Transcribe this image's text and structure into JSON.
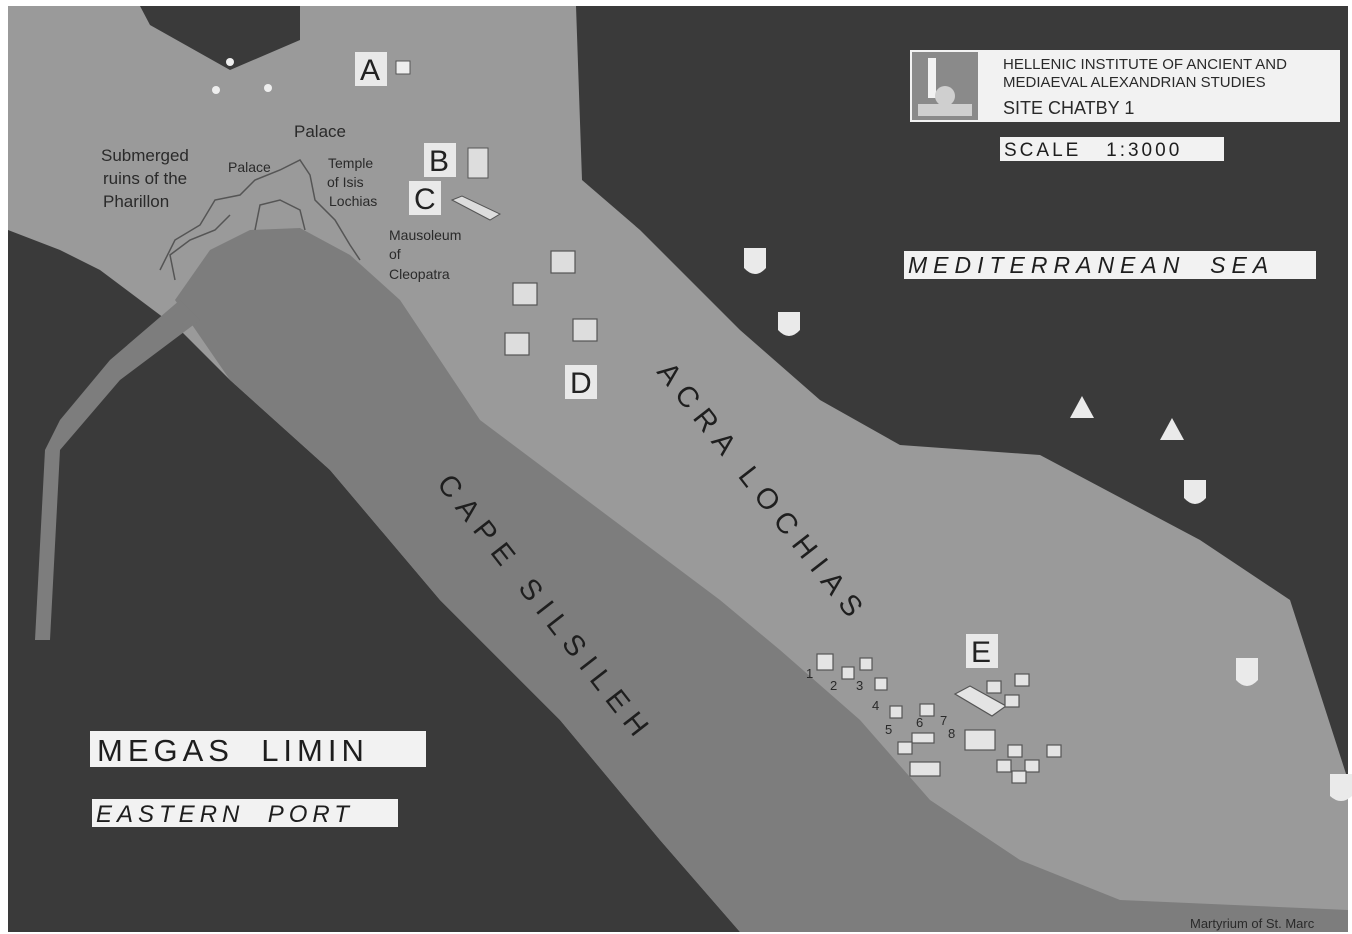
{
  "institute": {
    "line1": "HELLENIC INSTITUTE OF ANCIENT AND",
    "line2": "MEDIAEVAL ALEXANDRIAN STUDIES",
    "site": "SITE CHATBY 1"
  },
  "scale": "SCALE   1:3000",
  "sea_label": "MEDITERRANEAN  SEA",
  "port_label": "MEGAS  LIMIN",
  "port_sublabel": "EASTERN  PORT",
  "acra_label": "ACRA LOCHIAS",
  "cape_label": "CAPE SILSILEH",
  "markers": {
    "a": "A",
    "b": "B",
    "c": "C",
    "d": "D",
    "e": "E"
  },
  "places": {
    "palace_top": "Palace",
    "palace_small": "Palace",
    "submerged": [
      "Submerged",
      "ruins of the",
      "Pharillon"
    ],
    "temple": [
      "Temple",
      "of Isis",
      "Lochias"
    ],
    "mausoleum": [
      "Mausoleum",
      "of",
      "Cleopatra"
    ],
    "martyrium": "Martyrium of St. Marc"
  },
  "site_numbers": [
    "1",
    "2",
    "3",
    "4",
    "5",
    "6",
    "7",
    "8"
  ],
  "colors": {
    "sea": "#3a3a3a",
    "land": "#9a9a9a",
    "cape": "#7d7d7d",
    "label_box": "#e9e9e9"
  }
}
